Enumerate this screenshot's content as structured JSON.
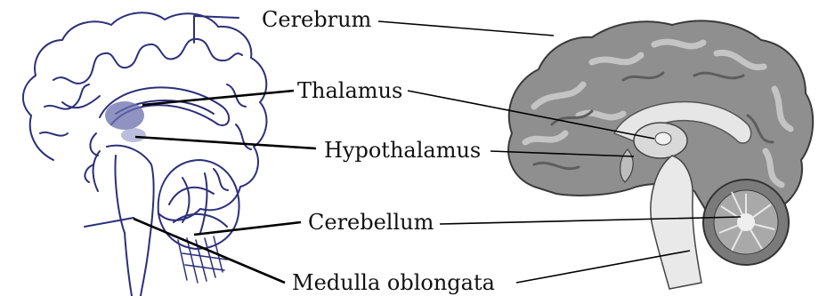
{
  "labels": {
    "cerebrum": "Cerebrum",
    "thalamus": "Thalamus",
    "hypothalamus": "Hypothalamus",
    "cerebellum": "Cerebellum",
    "medulla": "Medulla oblongata"
  },
  "colors": {
    "sketch_ink": "#2c2f7a",
    "sketch_thalamus": "#6b6fae",
    "cortex_dark": "#5e5e5e",
    "cortex_mid": "#8f8f8f",
    "cortex_light": "#cfcfcf",
    "callosum": "#e6e6e6",
    "leader": "#000000"
  }
}
